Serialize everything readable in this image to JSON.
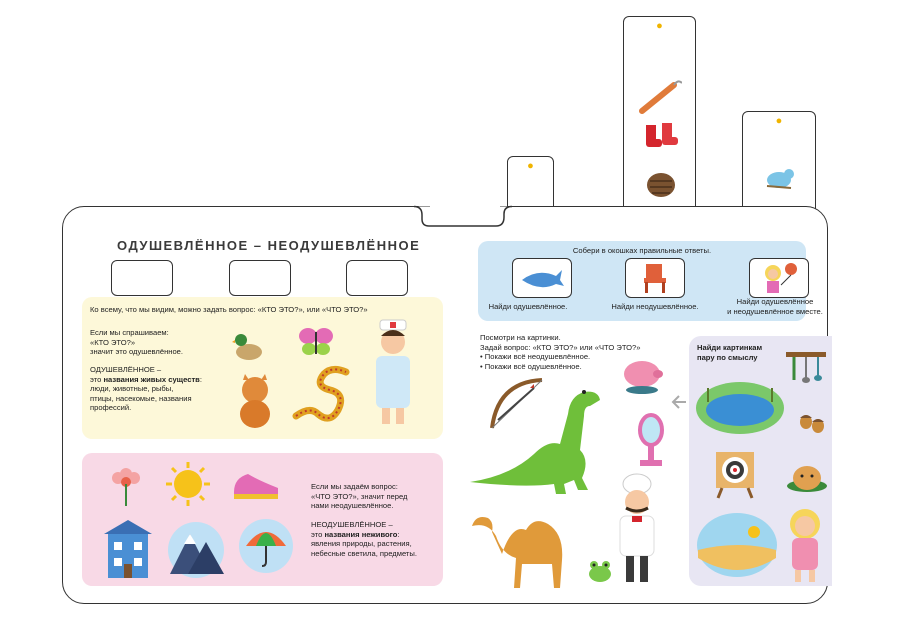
{
  "page_title": "ОДУШЕВЛЁННОЕ – НЕОДУШЕВЛЁННОЕ",
  "yellow_panel": {
    "intro": "Ко всему, что мы видим, можно задать вопрос: «КТО ЭТО?», или «ЧТО ЭТО?»",
    "q_line1": "Если мы спрашиваем:",
    "q_line2": "«КТО ЭТО?»",
    "q_line3": "значит это одушевлённое.",
    "def_line1": "ОДУШЕВЛЁННОЕ –",
    "def_prefix": "это ",
    "def_bold": "названия живых существ",
    "def_suffix": ":",
    "def_line3": "люди, животные, рыбы,",
    "def_line4": "птицы, насекомые, названия",
    "def_line5": "профессий."
  },
  "pink_panel": {
    "q_line1": "Если мы задаём вопрос:",
    "q_line2": "«ЧТО ЭТО?», значит перед",
    "q_line3": "нами неодушевлённое.",
    "def_line1": "НЕОДУШЕВЛЁННОЕ –",
    "def_prefix": "это ",
    "def_bold": "названия неживого",
    "def_suffix": ":",
    "def_line3": "явления природы, растения,",
    "def_line4": "небесные светила, предметы."
  },
  "blue_panel": {
    "heading": "Собери в окошках правильные ответы.",
    "tasks": [
      "Найди одушевлённое.",
      "Найди неодушевлённое.",
      "Найди одушевлённое",
      "и неодушевлённое вместе."
    ]
  },
  "middle_text": {
    "line1": "Посмотри на картинки.",
    "line2": "Задай вопрос: «КТО ЭТО?» или «ЧТО ЭТО?»",
    "line3": "• Покажи всё неодушевлённое.",
    "line4": "• Покажи всё одушевлённое."
  },
  "purple_panel": {
    "line1": "Найди картинкам",
    "line2": "пару по смыслу"
  },
  "colors": {
    "yellow_panel": "#fdf8d9",
    "pink_panel": "#f8d9e6",
    "blue_panel": "#cfe6f5",
    "purple_panel": "#e8e6f3",
    "pin": "#f0b400"
  }
}
